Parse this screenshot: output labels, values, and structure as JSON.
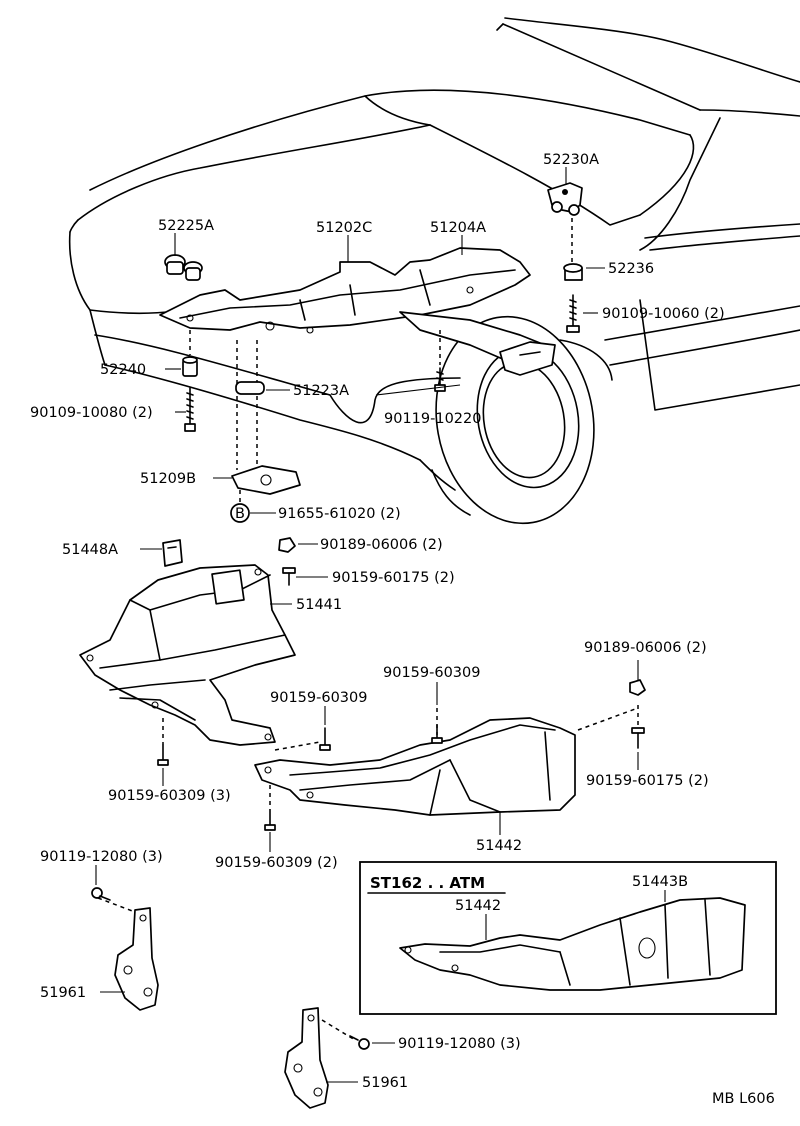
{
  "labels": {
    "p52230A": "52230A",
    "p52225A": "52225A",
    "p51202C": "51202C",
    "p51204A": "51204A",
    "p52236": "52236",
    "p90109_10060": "90109-10060 (2)",
    "p52240": "52240",
    "p51223A": "51223A",
    "p90109_10080": "90109-10080 (2)",
    "p90119_10220": "90119-10220",
    "p51209B": "51209B",
    "p91655_61020": "91655-61020 (2)",
    "p51448A": "51448A",
    "p90189_06006_a": "90189-06006 (2)",
    "p90159_60175_a": "90159-60175 (2)",
    "p51441": "51441",
    "p90189_06006_b": "90189-06006 (2)",
    "p90159_60309_a": "90159-60309",
    "p90159_60309_b": "90159-60309",
    "p90159_60309_3": "90159-60309 (3)",
    "p90159_60175_b": "90159-60175 (2)",
    "p51442": "51442",
    "p90159_60309_2": "90159-60309 (2)",
    "p90119_12080_a": "90119-12080 (3)",
    "p51961_a": "51961",
    "p90119_12080_b": "90119-12080 (3)",
    "p51961_b": "51961"
  },
  "inset": {
    "title": "ST162 . . ATM",
    "p51443B": "51443B",
    "p51442": "51442"
  },
  "marker_b": "B",
  "figure_code": "MB L606"
}
